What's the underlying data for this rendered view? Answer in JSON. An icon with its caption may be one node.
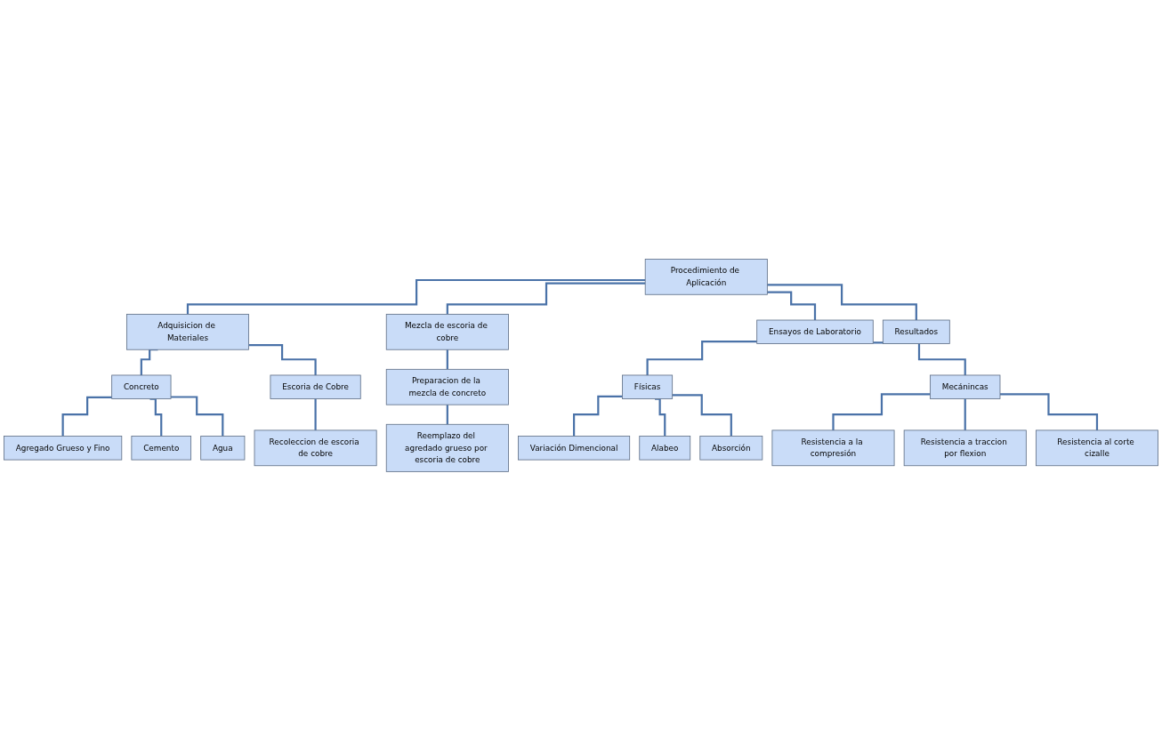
{
  "diagram": {
    "nodes": [
      {
        "text": [
          "Procedimiento de Aplicación"
        ]
      },
      {
        "text": [
          "Adquisicion de Materiales"
        ]
      },
      {
        "text": [
          "Mezcla de escoria de cobre"
        ]
      },
      {
        "text": [
          "Ensayos de Laboratorio"
        ]
      },
      {
        "text": [
          "Resultados"
        ]
      },
      {
        "text": [
          "Concreto"
        ]
      },
      {
        "text": [
          "Escoria de Cobre"
        ]
      },
      {
        "text": [
          "Preparacion de la mezcla de concreto"
        ]
      },
      {
        "text": [
          "Físicas"
        ]
      },
      {
        "text": [
          "Mecánincas"
        ]
      },
      {
        "text": [
          "Agregado Grueso y Fino"
        ]
      },
      {
        "text": [
          "Recoleccion de escoria de cobre"
        ]
      },
      {
        "text": [
          "Reemplazo del agredado grueso por escoria de cobre"
        ]
      },
      {
        "text": [
          "Variación Dimencional"
        ]
      },
      {
        "text": [
          "Resistencia a la compresión"
        ]
      },
      {
        "text": [
          "Cemento"
        ]
      },
      {
        "text": [
          "Alabeo"
        ]
      },
      {
        "text": [
          "Resistencia a traccion por flexion"
        ]
      },
      {
        "text": [
          "Agua"
        ]
      },
      {
        "text": [
          "Absorción"
        ]
      },
      {
        "text": [
          "Resistencia al corte cizalle"
        ]
      }
    ],
    "edges": [
      {
        "from": 0,
        "to": 1,
        "arrow": "none"
      },
      {
        "from": 0,
        "to": 2,
        "arrow": "none"
      },
      {
        "from": 0,
        "to": 3,
        "arrow": "none"
      },
      {
        "from": 0,
        "to": 4,
        "arrow": "none"
      },
      {
        "from": 1,
        "to": 5,
        "arrow": "none"
      },
      {
        "from": 1,
        "to": 6,
        "arrow": "none"
      },
      {
        "from": 2,
        "to": 7,
        "arrow": "none"
      },
      {
        "from": 3,
        "to": 8,
        "arrow": "none"
      },
      {
        "from": 3,
        "to": 9,
        "arrow": "none"
      },
      {
        "from": 5,
        "to": 10,
        "arrow": "none"
      },
      {
        "from": 5,
        "to": 15,
        "arrow": "none"
      },
      {
        "from": 5,
        "to": 18,
        "arrow": "none"
      },
      {
        "from": 6,
        "to": 11,
        "arrow": "none"
      },
      {
        "from": 7,
        "to": 12,
        "arrow": "none"
      },
      {
        "from": 8,
        "to": 13,
        "arrow": "none"
      },
      {
        "from": 8,
        "to": 16,
        "arrow": "none"
      },
      {
        "from": 8,
        "to": 19,
        "arrow": "none"
      },
      {
        "from": 9,
        "to": 14,
        "arrow": "none"
      },
      {
        "from": 9,
        "to": 17,
        "arrow": "none"
      },
      {
        "from": 9,
        "to": 20,
        "arrow": "none"
      }
    ]
  }
}
